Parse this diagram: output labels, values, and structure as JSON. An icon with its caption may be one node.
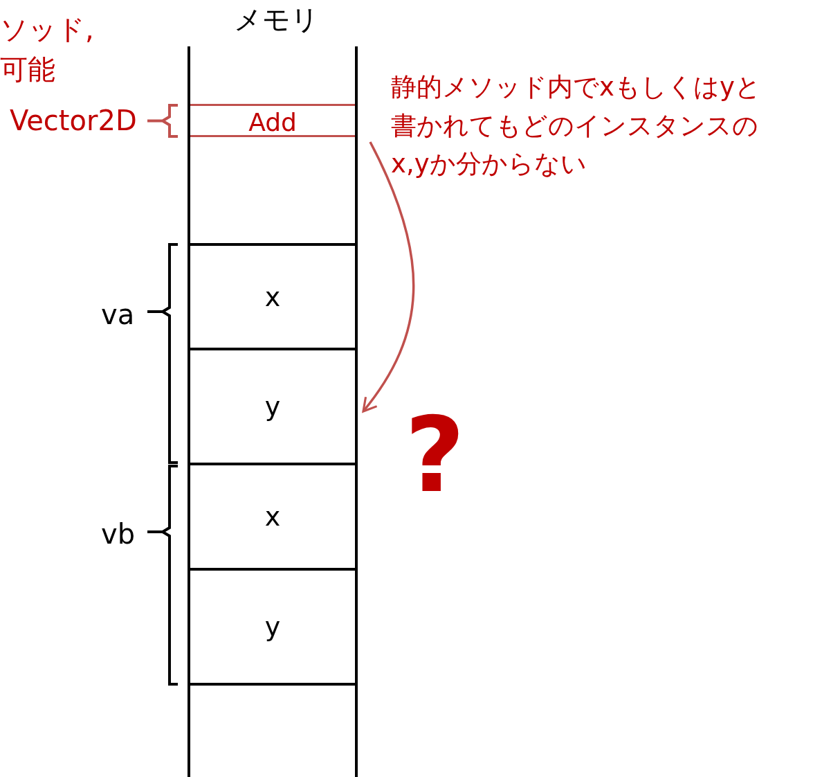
{
  "diagram": {
    "nodes": [
      {
        "text": [
          "Add"
        ]
      },
      {
        "text": [
          "x"
        ]
      },
      {
        "text": [
          "y"
        ]
      },
      {
        "text": [
          "x"
        ]
      },
      {
        "text": [
          "y"
        ]
      }
    ],
    "edges": [
      {
        "from": 0,
        "to": 2,
        "arrow": "to",
        "color": "#c0504d"
      }
    ],
    "labels": [
      "ソッド,",
      "可能",
      "メモリ",
      "Vector2D",
      "静的メソッド内でxもしくはyと書かれてもどのインスタンスのx,yか分からない",
      "va",
      "?",
      "vb"
    ]
  }
}
